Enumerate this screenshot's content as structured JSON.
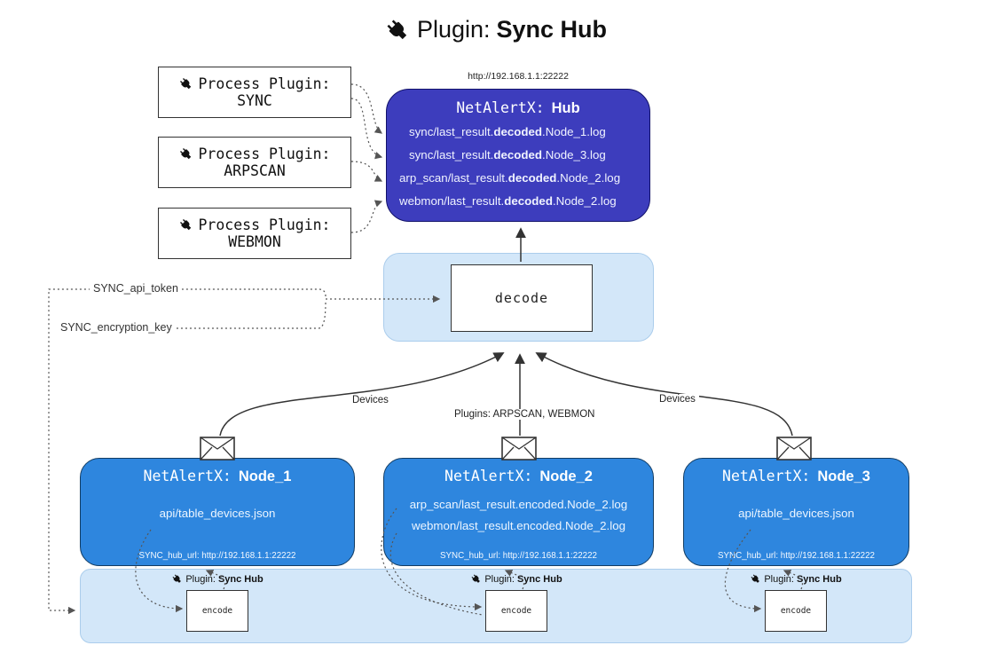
{
  "title": {
    "prefix": "Plugin:",
    "name": "Sync Hub"
  },
  "process_plugins": [
    {
      "label": "Process Plugin:",
      "name": "SYNC"
    },
    {
      "label": "Process Plugin:",
      "name": "ARPSCAN"
    },
    {
      "label": "Process Plugin:",
      "name": "WEBMON"
    }
  ],
  "hub": {
    "url": "http://192.168.1.1:22222",
    "title_prefix": "NetAlertX:",
    "title_name": "Hub",
    "logs": [
      {
        "pre": "sync/last_result.",
        "bold": "decoded",
        "post": ".Node_1.log"
      },
      {
        "pre": "sync/last_result.",
        "bold": "decoded",
        "post": ".Node_3.log"
      },
      {
        "pre": "arp_scan/last_result.",
        "bold": "decoded",
        "post": ".Node_2.log"
      },
      {
        "pre": "webmon/last_result.",
        "bold": "decoded",
        "post": ".Node_2.log"
      }
    ]
  },
  "decode_label": "decode",
  "config": {
    "api_token": "SYNC_api_token",
    "encryption_key": "SYNC_encryption_key"
  },
  "edge_labels": {
    "left": "Devices",
    "center": "Plugins: ARPSCAN, WEBMON",
    "right": "Devices"
  },
  "nodes": [
    {
      "title_prefix": "NetAlertX:",
      "title_name": "Node_1",
      "files": [
        "api/table_devices.json"
      ],
      "hub_url": "SYNC_hub_url: http://192.168.1.1:22222"
    },
    {
      "title_prefix": "NetAlertX:",
      "title_name": "Node_2",
      "files": [
        "arp_scan/last_result.encoded.Node_2.log",
        "webmon/last_result.encoded.Node_2.log"
      ],
      "hub_url": "SYNC_hub_url: http://192.168.1.1:22222"
    },
    {
      "title_prefix": "NetAlertX:",
      "title_name": "Node_3",
      "files": [
        "api/table_devices.json"
      ],
      "hub_url": "SYNC_hub_url: http://192.168.1.1:22222"
    }
  ],
  "encoders": [
    {
      "plugin_prefix": "Plugin:",
      "plugin_name": "Sync Hub",
      "box_label": "encode"
    },
    {
      "plugin_prefix": "Plugin:",
      "plugin_name": "Sync Hub",
      "box_label": "encode"
    },
    {
      "plugin_prefix": "Plugin:",
      "plugin_name": "Sync Hub",
      "box_label": "encode"
    }
  ],
  "icons": {
    "plug": "plug-icon",
    "envelope": "envelope-icon"
  },
  "colors": {
    "hub_fill": "#3d3dbd",
    "node_fill": "#2e86de",
    "container_fill": "#d3e7f9",
    "line": "#333333",
    "dotted_line": "#555555"
  }
}
